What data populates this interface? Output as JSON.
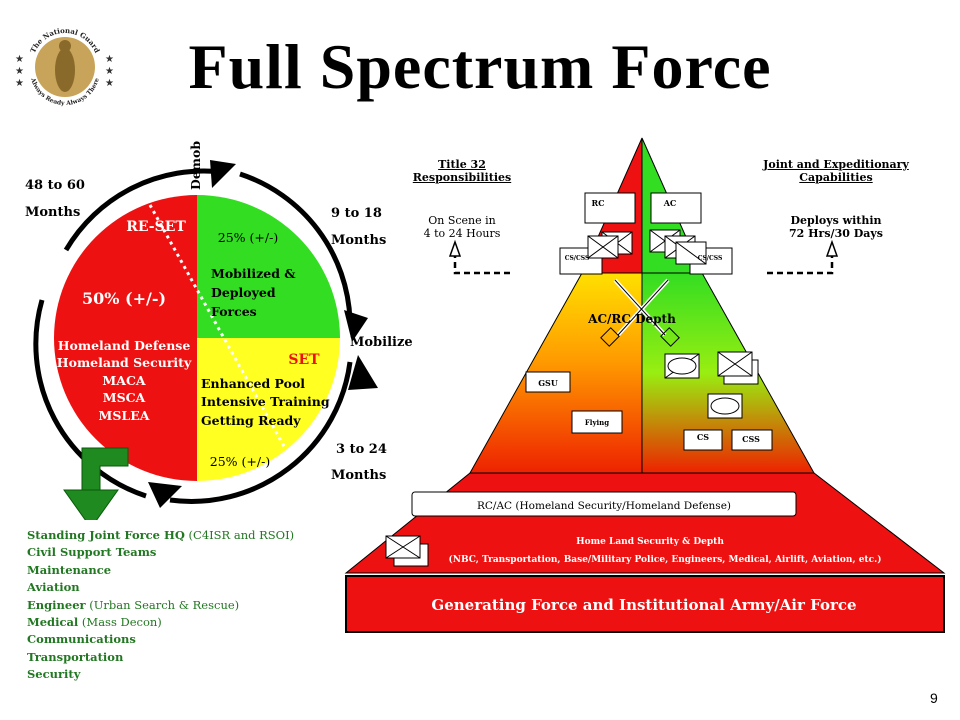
{
  "title": "Full Spectrum Force",
  "page_number": "9",
  "logo": {
    "text_top": "The National Guard",
    "text_bottom": "Always Ready  Always There"
  },
  "cycle": {
    "redeploy_time": [
      "48 to 60",
      "Months"
    ],
    "demob": "Demob",
    "mobilize_time": [
      "9 to 18",
      "Months"
    ],
    "mobilize": "Mobilize",
    "set_time": [
      "3 to 24",
      "Months"
    ],
    "reset": {
      "label": "RE-SET",
      "percent": "50% (+/-)",
      "lines": [
        "Homeland Defense",
        "Homeland Security",
        "MACA",
        "MSCA",
        "MSLEA"
      ]
    },
    "mobilized": {
      "percent": "25% (+/-)",
      "lines": [
        "Mobilized &",
        "Deployed",
        "Forces"
      ]
    },
    "set": {
      "label": "SET",
      "lines": [
        "Enhanced Pool",
        "Intensive Training",
        "Getting Ready"
      ],
      "percent": "25% (+/-)"
    }
  },
  "capabilities": [
    {
      "bold": "Standing Joint Force HQ",
      "rest": " (C4ISR and RSOI)"
    },
    {
      "bold": "Civil Support Teams",
      "rest": ""
    },
    {
      "bold": "Maintenance",
      "rest": ""
    },
    {
      "bold": "Aviation",
      "rest": ""
    },
    {
      "bold": "Engineer",
      "rest": " (Urban Search & Rescue)"
    },
    {
      "bold": "Medical",
      "rest": " (Mass Decon)"
    },
    {
      "bold": "Communications",
      "rest": ""
    },
    {
      "bold": "Transportation",
      "rest": ""
    },
    {
      "bold": "Security",
      "rest": ""
    }
  ],
  "pyramid": {
    "left_header": [
      "Title 32",
      "Responsibilities"
    ],
    "left_sub": [
      "On Scene in",
      "4 to 24 Hours"
    ],
    "right_header": [
      "Joint and Expeditionary",
      "Capabilities"
    ],
    "right_sub": [
      "Deploys within",
      "72 Hrs/30 Days"
    ],
    "rc": "RC",
    "ac": "AC",
    "cs_css": "CS/CSS",
    "depth": "AC/RC Depth",
    "gsu": "GSU",
    "flying": "Flying",
    "cs": "CS",
    "css": "CSS",
    "rcac_box": "RC/AC  (Homeland Security/Homeland  Defense)",
    "homeland_title": "Home Land Security & Depth",
    "homeland_detail": "(NBC, Transportation, Base/Military Police, Engineers, Medical, Airlift, Aviation, etc.)",
    "generating": "Generating Force and Institutional Army/Air Force"
  },
  "colors": {
    "red": "#ee1111",
    "green": "#33dd22",
    "yellow": "#ffff22",
    "orange": "#ff8811",
    "listgreen": "#227722"
  }
}
